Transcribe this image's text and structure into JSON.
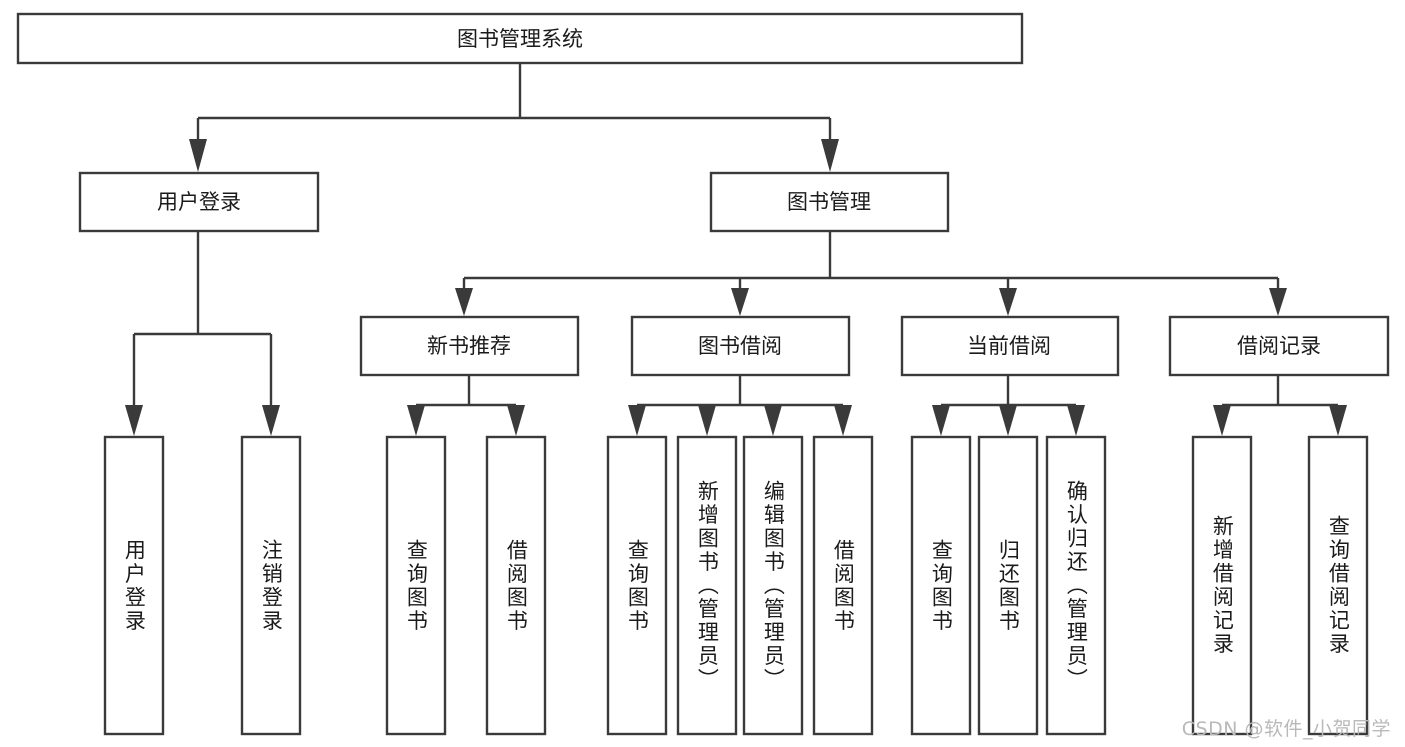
{
  "diagram": {
    "type": "hierarchy-tree",
    "title": "图书管理系统",
    "orientation": "top-down",
    "colors": {
      "box_stroke": "#3a3a3a",
      "box_fill": "#ffffff",
      "connector": "#3a3a3a",
      "text": "#1b1b1b",
      "background": "#ffffff",
      "watermark": "#b9b9b9"
    },
    "root": {
      "label": "图书管理系统"
    },
    "level2": [
      {
        "label": "用户登录"
      },
      {
        "label": "图书管理"
      }
    ],
    "level3": [
      {
        "label": "新书推荐"
      },
      {
        "label": "图书借阅"
      },
      {
        "label": "当前借阅"
      },
      {
        "label": "借阅记录"
      }
    ],
    "leaves": {
      "user_login": [
        {
          "label": "用户登录"
        },
        {
          "label": "注销登录"
        }
      ],
      "new_book_recommend": [
        {
          "label": "查询图书"
        },
        {
          "label": "借阅图书"
        }
      ],
      "book_borrow": [
        {
          "label": "查询图书"
        },
        {
          "label": "新增图书（管理员）"
        },
        {
          "label": "编辑图书（管理员）"
        },
        {
          "label": "借阅图书"
        }
      ],
      "current_borrow": [
        {
          "label": "查询图书"
        },
        {
          "label": "归还图书"
        },
        {
          "label": "确认归还（管理员）"
        }
      ],
      "borrow_record": [
        {
          "label": "新增借阅记录"
        },
        {
          "label": "查询借阅记录"
        }
      ]
    }
  },
  "watermark": {
    "text": "CSDN @软件_小贺同学"
  }
}
